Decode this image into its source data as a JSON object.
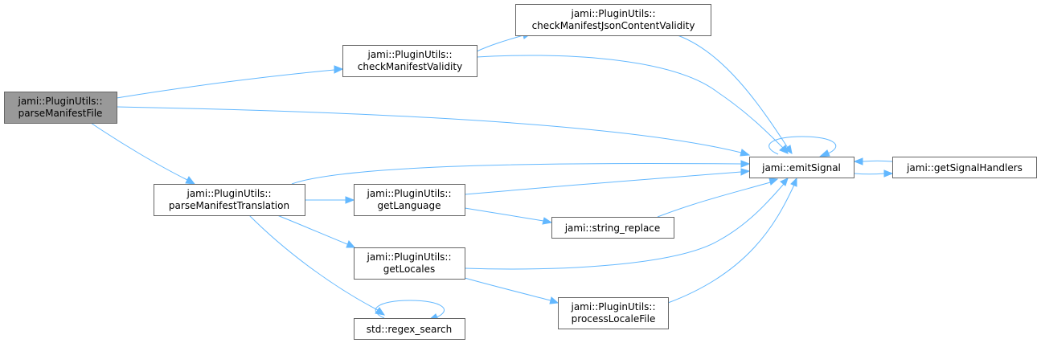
{
  "colors": {
    "edge": "#63b8ff",
    "node_border": "#666666",
    "node_fill": "#ffffff",
    "root_fill": "#999999"
  },
  "nodes": {
    "parse_manifest_file": {
      "line1": "jami::PluginUtils::",
      "line2": "parseManifestFile"
    },
    "check_manifest_validity": {
      "line1": "jami::PluginUtils::",
      "line2": "checkManifestValidity"
    },
    "check_manifest_json": {
      "line1": "jami::PluginUtils::",
      "line2": "checkManifestJsonContentValidity"
    },
    "emit_signal": {
      "line1": "jami::emitSignal"
    },
    "get_signal_handlers": {
      "line1": "jami::getSignalHandlers"
    },
    "parse_manifest_translation": {
      "line1": "jami::PluginUtils::",
      "line2": "parseManifestTranslation"
    },
    "get_language": {
      "line1": "jami::PluginUtils::",
      "line2": "getLanguage"
    },
    "string_replace": {
      "line1": "jami::string_replace"
    },
    "get_locales": {
      "line1": "jami::PluginUtils::",
      "line2": "getLocales"
    },
    "process_locale_file": {
      "line1": "jami::PluginUtils::",
      "line2": "processLocaleFile"
    },
    "regex_search": {
      "line1": "std::regex_search"
    }
  },
  "edges": [
    {
      "from": "parseManifestFile",
      "to": "checkManifestValidity"
    },
    {
      "from": "parseManifestFile",
      "to": "jami::emitSignal"
    },
    {
      "from": "parseManifestFile",
      "to": "parseManifestTranslation"
    },
    {
      "from": "checkManifestValidity",
      "to": "checkManifestJsonContentValidity"
    },
    {
      "from": "checkManifestValidity",
      "to": "jami::emitSignal"
    },
    {
      "from": "checkManifestJsonContentValidity",
      "to": "jami::emitSignal"
    },
    {
      "from": "jami::emitSignal",
      "to": "jami::emitSignal"
    },
    {
      "from": "jami::emitSignal",
      "to": "jami::getSignalHandlers"
    },
    {
      "from": "jami::getSignalHandlers",
      "to": "jami::emitSignal"
    },
    {
      "from": "parseManifestTranslation",
      "to": "jami::emitSignal"
    },
    {
      "from": "parseManifestTranslation",
      "to": "getLanguage"
    },
    {
      "from": "parseManifestTranslation",
      "to": "getLocales"
    },
    {
      "from": "parseManifestTranslation",
      "to": "std::regex_search"
    },
    {
      "from": "getLanguage",
      "to": "jami::emitSignal"
    },
    {
      "from": "getLanguage",
      "to": "jami::string_replace"
    },
    {
      "from": "jami::string_replace",
      "to": "jami::emitSignal"
    },
    {
      "from": "getLocales",
      "to": "jami::emitSignal"
    },
    {
      "from": "getLocales",
      "to": "processLocaleFile"
    },
    {
      "from": "processLocaleFile",
      "to": "jami::emitSignal"
    },
    {
      "from": "std::regex_search",
      "to": "std::regex_search"
    }
  ]
}
